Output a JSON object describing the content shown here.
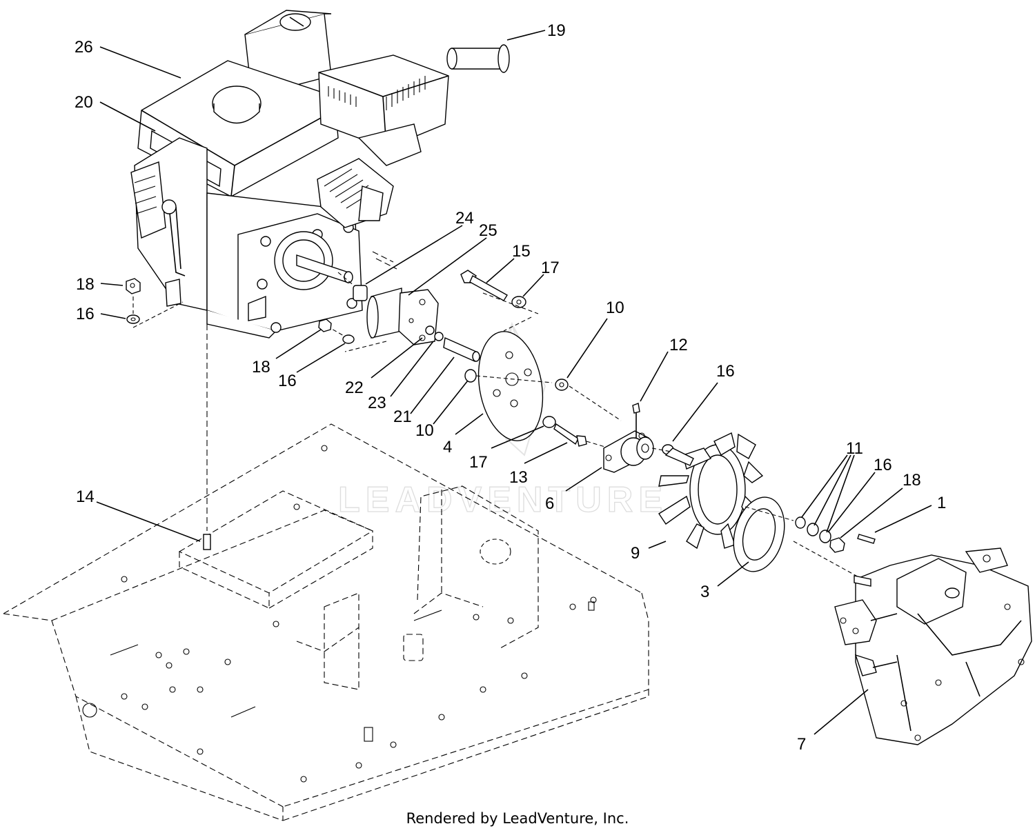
{
  "watermark": "LEADVENTURE",
  "credit": "Rendered by LeadVenture, Inc.",
  "callouts": {
    "c26": "26",
    "c20": "20",
    "c19": "19",
    "c18a": "18",
    "c16a": "16",
    "c24": "24",
    "c25": "25",
    "c15": "15",
    "c17a": "17",
    "c10a": "10",
    "c18b": "18",
    "c16b": "16",
    "c22": "22",
    "c23": "23",
    "c21": "21",
    "c10b": "10",
    "c4": "4",
    "c12": "12",
    "c16c": "16",
    "c17b": "17",
    "c13": "13",
    "c6": "6",
    "c14": "14",
    "c11": "11",
    "c16d": "16",
    "c18c": "18",
    "c1": "1",
    "c9": "9",
    "c3": "3",
    "c7": "7"
  }
}
